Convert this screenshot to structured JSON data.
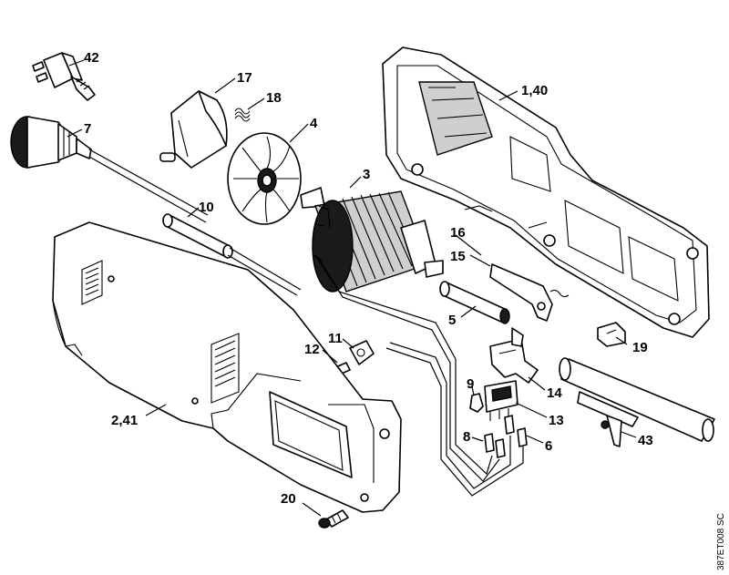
{
  "diagram": {
    "reference_code": "387ET008 SC",
    "callouts": [
      {
        "id": "c42",
        "label": "42"
      },
      {
        "id": "c7",
        "label": "7"
      },
      {
        "id": "c17",
        "label": "17"
      },
      {
        "id": "c18",
        "label": "18"
      },
      {
        "id": "c4",
        "label": "4"
      },
      {
        "id": "c3",
        "label": "3"
      },
      {
        "id": "c140",
        "label": "1,40"
      },
      {
        "id": "c10",
        "label": "10"
      },
      {
        "id": "c16",
        "label": "16"
      },
      {
        "id": "c15",
        "label": "15"
      },
      {
        "id": "c5",
        "label": "5"
      },
      {
        "id": "c11",
        "label": "11"
      },
      {
        "id": "c12",
        "label": "12"
      },
      {
        "id": "c19",
        "label": "19"
      },
      {
        "id": "c9",
        "label": "9"
      },
      {
        "id": "c14",
        "label": "14"
      },
      {
        "id": "c241",
        "label": "2,41"
      },
      {
        "id": "c13",
        "label": "13"
      },
      {
        "id": "c8",
        "label": "8"
      },
      {
        "id": "c6",
        "label": "6"
      },
      {
        "id": "c43",
        "label": "43"
      },
      {
        "id": "c20",
        "label": "20"
      }
    ]
  }
}
